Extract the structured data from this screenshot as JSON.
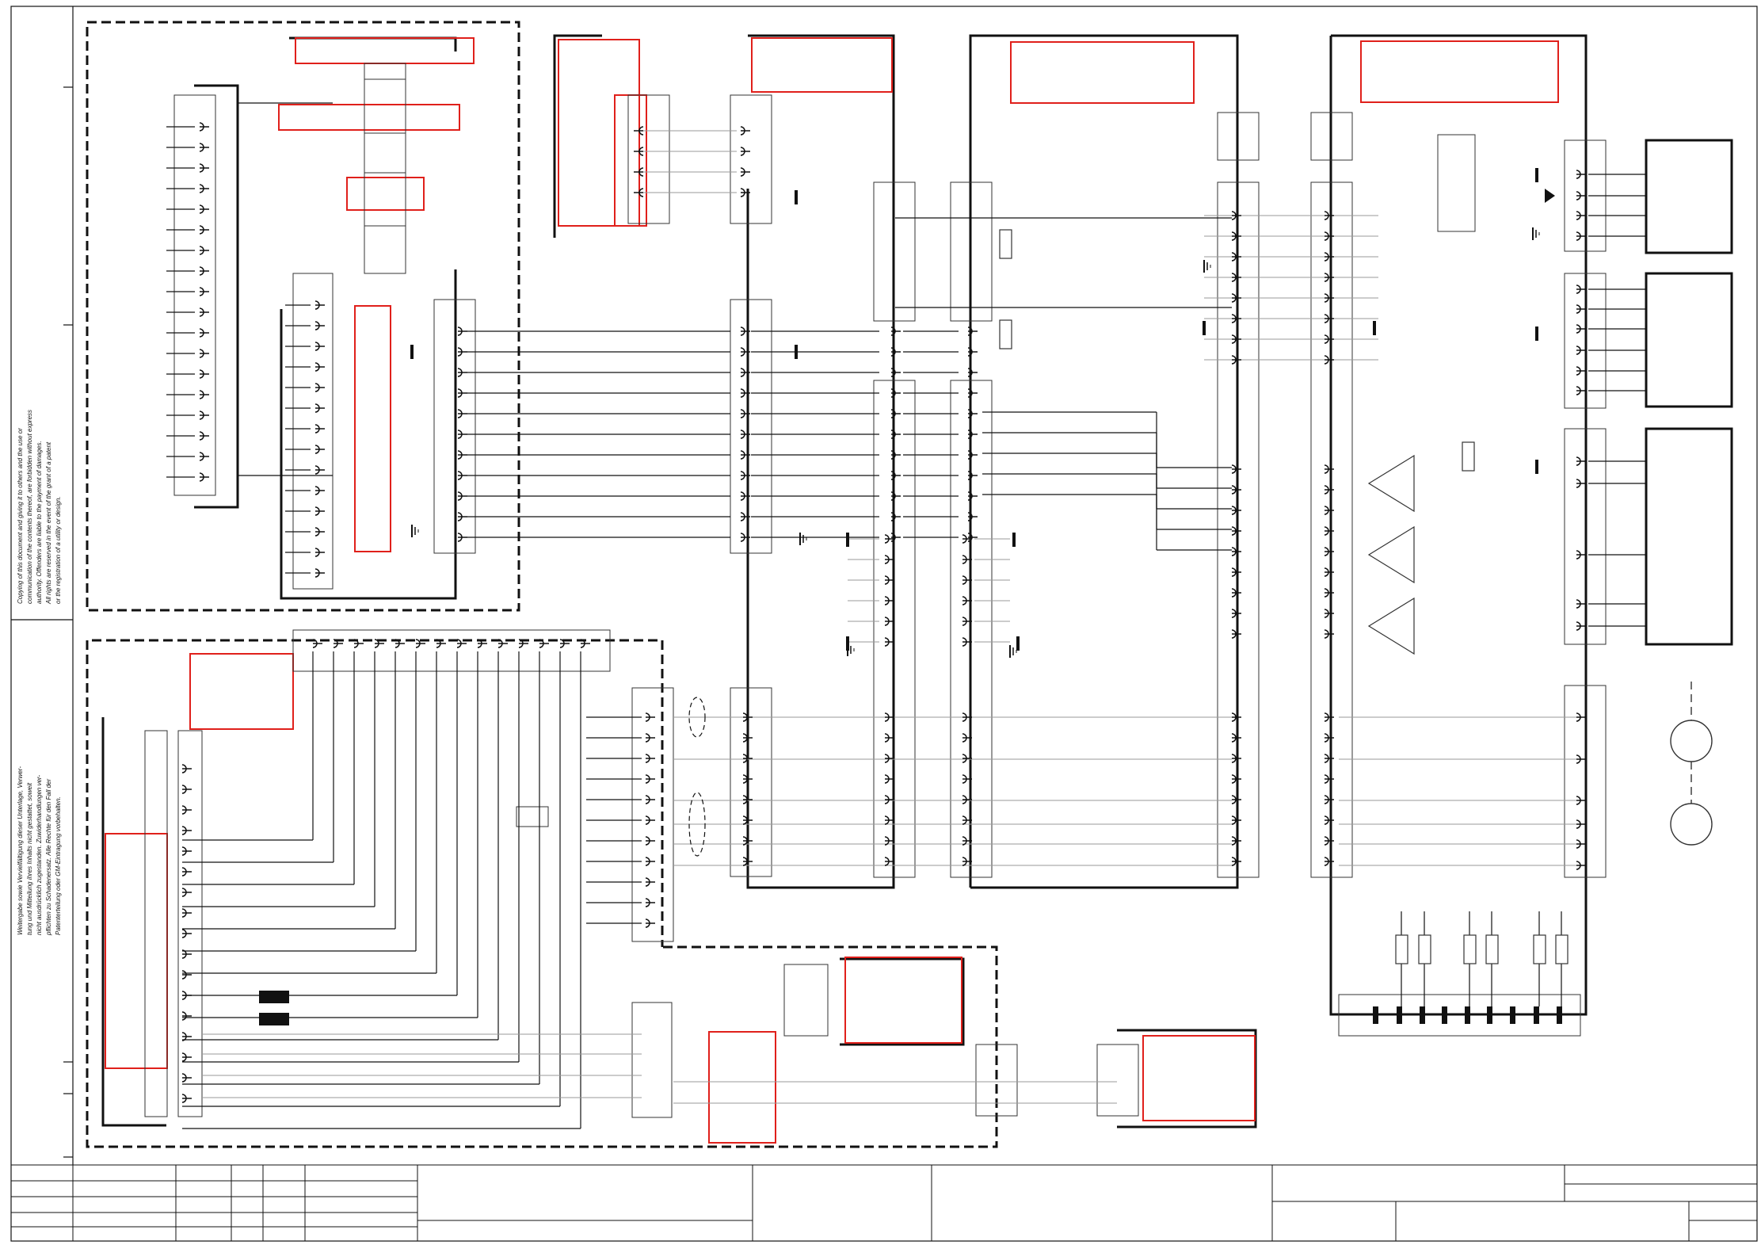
{
  "sheet": {
    "copyright_en": [
      "Copying of this document and giving it to others and the use or",
      "communication of the contents thereof, are forbidden without express",
      "authority. Offenders are liable to the payment of damages.",
      "All rights are reserved in the event of the grant of a patent",
      "or the registration of a utility or design."
    ],
    "copyright_de": [
      "Weitergabe sowie Vervielfältigung dieser Unterlage, Verwer-",
      "tung und Mitteilung ihres Inhalts nicht gestattet, soweit",
      "nicht ausdrücklich zugestanden. Zuwiderhandlungen ver-",
      "pflichten zu Schadenersatz. Alle Rechte für den Fall der",
      "Patenterteilung oder GM-Eintragung vorbehalten."
    ]
  },
  "colors": {
    "line": "#111111",
    "highlight": "#e0201b",
    "thin": "#555555",
    "faint": "#9a9a9a"
  }
}
